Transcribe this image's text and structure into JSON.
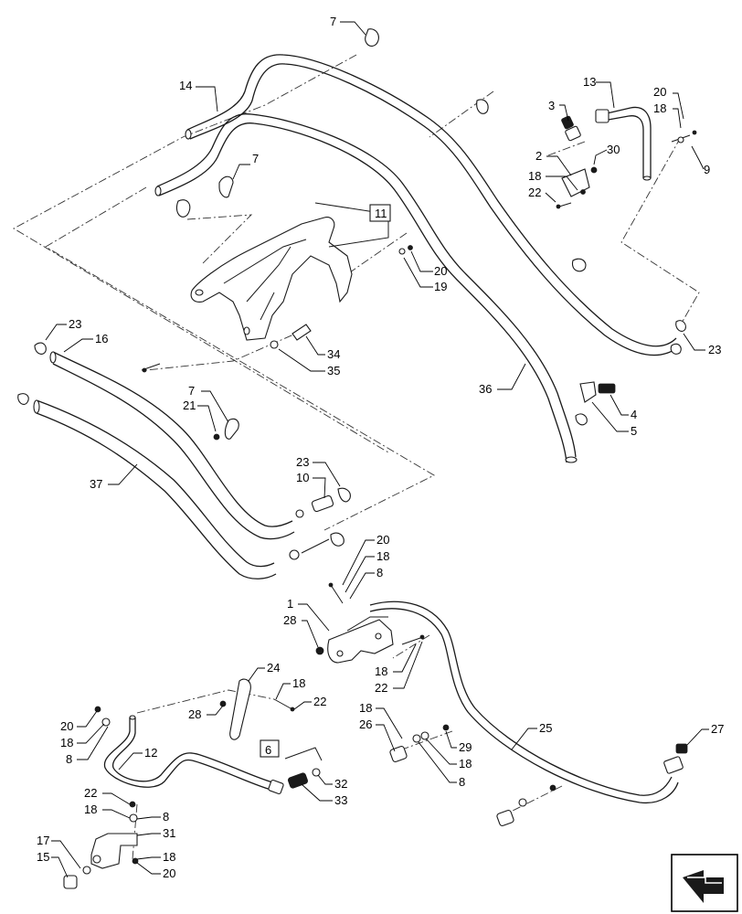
{
  "diagram": {
    "callouts": [
      {
        "id": "c7a",
        "text": "7"
      },
      {
        "id": "c14",
        "text": "14"
      },
      {
        "id": "c7b",
        "text": "7"
      },
      {
        "id": "c11",
        "text": "11"
      },
      {
        "id": "c13",
        "text": "13"
      },
      {
        "id": "c3",
        "text": "3"
      },
      {
        "id": "c20a",
        "text": "20"
      },
      {
        "id": "c18a",
        "text": "18"
      },
      {
        "id": "c9",
        "text": "9"
      },
      {
        "id": "c2",
        "text": "2"
      },
      {
        "id": "c30",
        "text": "30"
      },
      {
        "id": "c18b",
        "text": "18"
      },
      {
        "id": "c22a",
        "text": "22"
      },
      {
        "id": "c20b",
        "text": "20"
      },
      {
        "id": "c19",
        "text": "19"
      },
      {
        "id": "c23a",
        "text": "23"
      },
      {
        "id": "c16",
        "text": "16"
      },
      {
        "id": "c34",
        "text": "34"
      },
      {
        "id": "c35",
        "text": "35"
      },
      {
        "id": "c23b",
        "text": "23"
      },
      {
        "id": "c36",
        "text": "36"
      },
      {
        "id": "c4",
        "text": "4"
      },
      {
        "id": "c5",
        "text": "5"
      },
      {
        "id": "c7c",
        "text": "7"
      },
      {
        "id": "c21",
        "text": "21"
      },
      {
        "id": "c23c",
        "text": "23"
      },
      {
        "id": "c10",
        "text": "10"
      },
      {
        "id": "c37",
        "text": "37"
      },
      {
        "id": "c20c",
        "text": "20"
      },
      {
        "id": "c18c",
        "text": "18"
      },
      {
        "id": "c8a",
        "text": "8"
      },
      {
        "id": "c1",
        "text": "1"
      },
      {
        "id": "c28a",
        "text": "28"
      },
      {
        "id": "c18d",
        "text": "18"
      },
      {
        "id": "c22b",
        "text": "22"
      },
      {
        "id": "c24",
        "text": "24"
      },
      {
        "id": "c18e",
        "text": "18"
      },
      {
        "id": "c28b",
        "text": "28"
      },
      {
        "id": "c22c",
        "text": "22"
      },
      {
        "id": "c25",
        "text": "25"
      },
      {
        "id": "c27",
        "text": "27"
      },
      {
        "id": "c20d",
        "text": "20"
      },
      {
        "id": "c18f",
        "text": "18"
      },
      {
        "id": "c8b",
        "text": "8"
      },
      {
        "id": "c12",
        "text": "12"
      },
      {
        "id": "c6",
        "text": "6"
      },
      {
        "id": "c18g",
        "text": "18"
      },
      {
        "id": "c26",
        "text": "26"
      },
      {
        "id": "c29",
        "text": "29"
      },
      {
        "id": "c18h",
        "text": "18"
      },
      {
        "id": "c8c",
        "text": "8"
      },
      {
        "id": "c32",
        "text": "32"
      },
      {
        "id": "c33",
        "text": "33"
      },
      {
        "id": "c22d",
        "text": "22"
      },
      {
        "id": "c18i",
        "text": "18"
      },
      {
        "id": "c8d",
        "text": "8"
      },
      {
        "id": "c31",
        "text": "31"
      },
      {
        "id": "c17",
        "text": "17"
      },
      {
        "id": "c15",
        "text": "15"
      },
      {
        "id": "c18j",
        "text": "18"
      },
      {
        "id": "c20e",
        "text": "20"
      }
    ],
    "icons": {
      "corner": "navigation-arrow-icon"
    },
    "colors": {
      "line": "#1a1a1a",
      "background": "#ffffff"
    }
  }
}
